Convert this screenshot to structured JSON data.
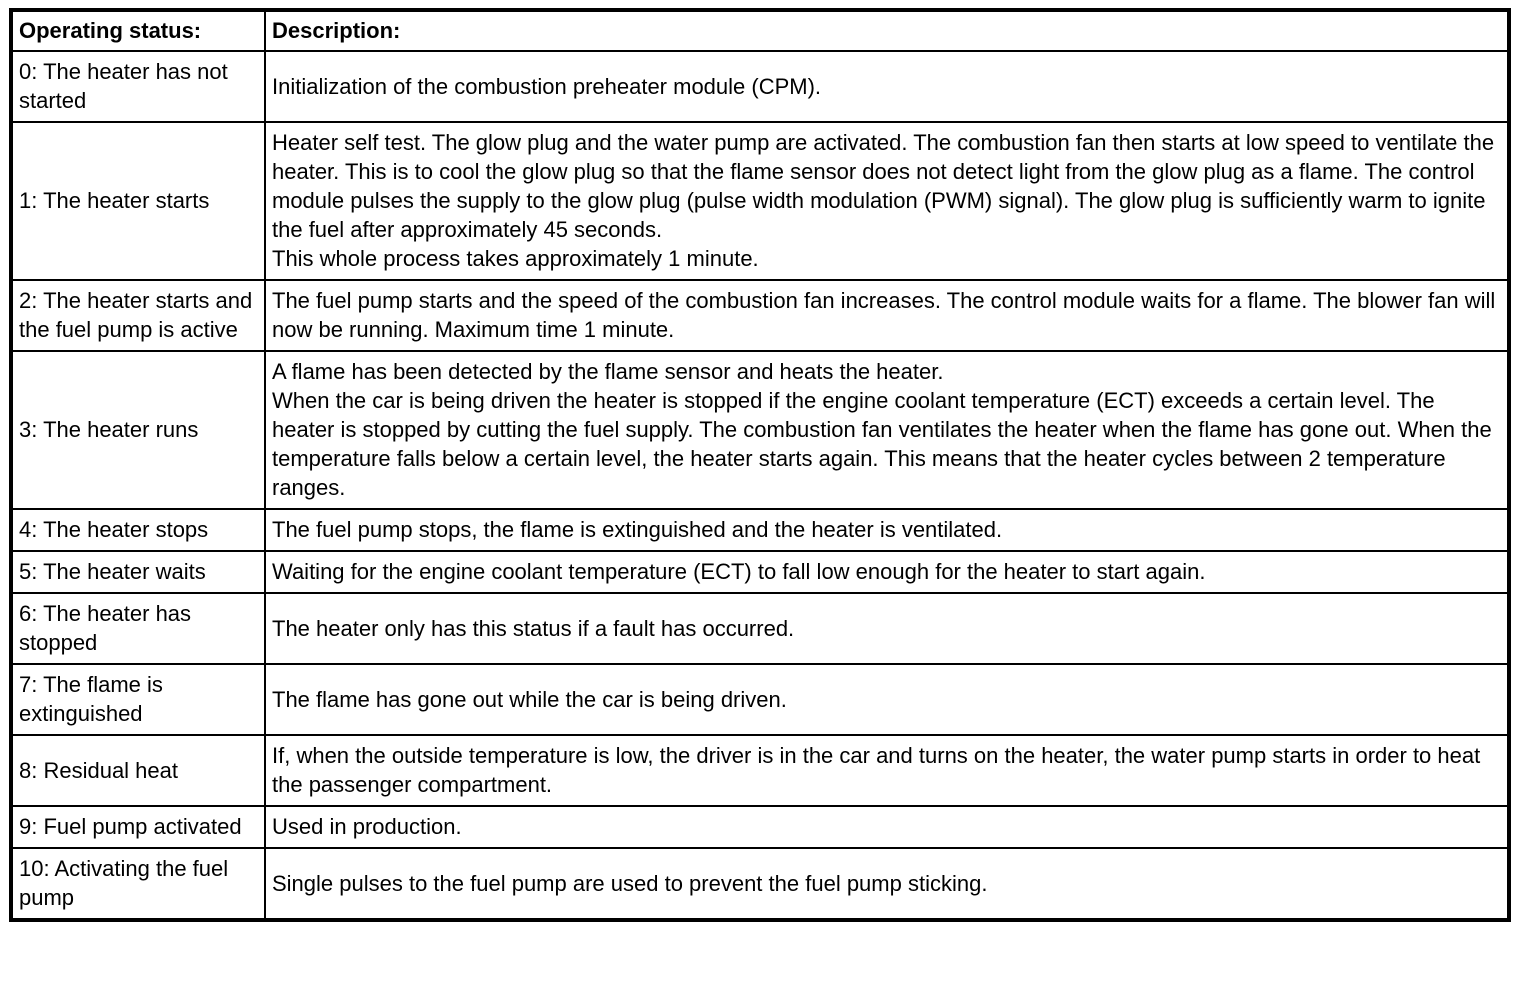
{
  "table": {
    "headers": {
      "status": "Operating status:",
      "description": "Description:"
    },
    "rows": [
      {
        "status": "0: The heater has not started",
        "description": "Initialization of the combustion preheater module (CPM)."
      },
      {
        "status": "1: The heater starts",
        "description": "Heater self test. The glow plug and the water pump are activated. The combustion fan then starts at low speed to ventilate the heater. This is to cool the glow plug so that the flame sensor does not detect light from the glow plug as a flame. The control module pulses the supply to the glow plug (pulse width modulation (PWM) signal). The glow plug is sufficiently warm to ignite the fuel after approximately 45 seconds.\nThis whole process takes approximately 1 minute."
      },
      {
        "status": "2: The heater starts and the fuel pump is active",
        "description": "The fuel pump starts and the speed of the combustion fan increases. The control module waits for a flame. The blower fan will now be running. Maximum time 1 minute."
      },
      {
        "status": "3: The heater runs",
        "description": "A flame has been detected by the flame sensor and heats the heater.\nWhen the car is being driven the heater is stopped if the engine coolant temperature (ECT) exceeds a certain level. The heater is stopped by cutting the fuel supply. The combustion fan ventilates the heater when the flame has gone out. When the temperature falls below a certain level, the heater starts again. This means that the heater cycles between 2 temperature ranges."
      },
      {
        "status": "4: The heater stops",
        "description": "The fuel pump stops, the flame is extinguished and the heater is ventilated."
      },
      {
        "status": "5: The heater waits",
        "description": "Waiting for the engine coolant temperature (ECT) to fall low enough for the heater to start again."
      },
      {
        "status": "6: The heater has stopped",
        "description": "The heater only has this status if a fault has occurred."
      },
      {
        "status": "7: The flame is extinguished",
        "description": "The flame has gone out while the car is being driven."
      },
      {
        "status": "8: Residual heat",
        "description": "If, when the outside temperature is low, the driver is in the car and turns on the heater, the water pump starts in order to heat the passenger compartment."
      },
      {
        "status": "9: Fuel pump activated",
        "description": "Used in production."
      },
      {
        "status": "10: Activating the fuel pump",
        "description": "Single pulses to the fuel pump are used to prevent the fuel pump sticking."
      }
    ]
  }
}
